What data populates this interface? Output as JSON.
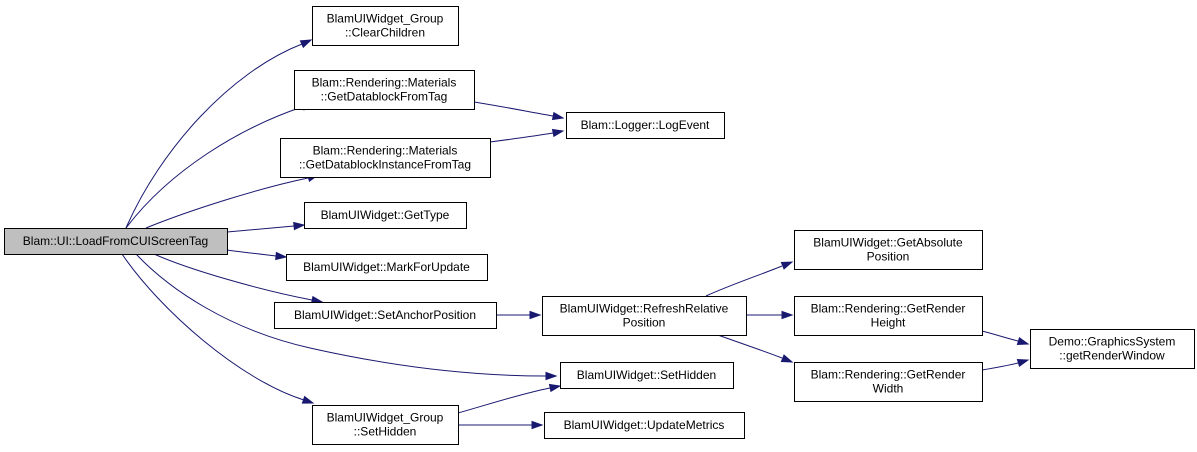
{
  "diagram": {
    "root": "root",
    "colors": {
      "edge": "#191970",
      "node_border": "#000000",
      "root_fill": "#bfbfbf",
      "node_fill": "#ffffff"
    },
    "nodes": [
      {
        "id": "root",
        "lines": [
          "Blam::UI::LoadFromCUIScreenTag"
        ]
      },
      {
        "id": "group_clear_children",
        "lines": [
          "BlamUIWidget_Group",
          "::ClearChildren"
        ]
      },
      {
        "id": "get_datablock",
        "lines": [
          "Blam::Rendering::Materials",
          "::GetDatablockFromTag"
        ]
      },
      {
        "id": "get_datablock_instance",
        "lines": [
          "Blam::Rendering::Materials",
          "::GetDatablockInstanceFromTag"
        ]
      },
      {
        "id": "log_event",
        "lines": [
          "Blam::Logger::LogEvent"
        ]
      },
      {
        "id": "get_type",
        "lines": [
          "BlamUIWidget::GetType"
        ]
      },
      {
        "id": "mark_for_update",
        "lines": [
          "BlamUIWidget::MarkForUpdate"
        ]
      },
      {
        "id": "set_anchor_position",
        "lines": [
          "BlamUIWidget::SetAnchorPosition"
        ]
      },
      {
        "id": "refresh_relative_position",
        "lines": [
          "BlamUIWidget::RefreshRelative",
          "Position"
        ]
      },
      {
        "id": "get_absolute_position",
        "lines": [
          "BlamUIWidget::GetAbsolute",
          "Position"
        ]
      },
      {
        "id": "get_render_height",
        "lines": [
          "Blam::Rendering::GetRender",
          "Height"
        ]
      },
      {
        "id": "get_render_width",
        "lines": [
          "Blam::Rendering::GetRender",
          "Width"
        ]
      },
      {
        "id": "get_render_window",
        "lines": [
          "Demo::GraphicsSystem",
          "::getRenderWindow"
        ]
      },
      {
        "id": "set_hidden",
        "lines": [
          "BlamUIWidget::SetHidden"
        ]
      },
      {
        "id": "group_set_hidden",
        "lines": [
          "BlamUIWidget_Group",
          "::SetHidden"
        ]
      },
      {
        "id": "update_metrics",
        "lines": [
          "BlamUIWidget::UpdateMetrics"
        ]
      }
    ],
    "edges": [
      {
        "from": "root",
        "to": "group_clear_children"
      },
      {
        "from": "root",
        "to": "get_datablock"
      },
      {
        "from": "root",
        "to": "get_datablock_instance"
      },
      {
        "from": "root",
        "to": "get_type"
      },
      {
        "from": "root",
        "to": "mark_for_update"
      },
      {
        "from": "root",
        "to": "set_anchor_position"
      },
      {
        "from": "root",
        "to": "set_hidden"
      },
      {
        "from": "root",
        "to": "group_set_hidden"
      },
      {
        "from": "get_datablock",
        "to": "log_event"
      },
      {
        "from": "get_datablock_instance",
        "to": "log_event"
      },
      {
        "from": "set_anchor_position",
        "to": "refresh_relative_position"
      },
      {
        "from": "refresh_relative_position",
        "to": "get_absolute_position"
      },
      {
        "from": "refresh_relative_position",
        "to": "get_render_height"
      },
      {
        "from": "refresh_relative_position",
        "to": "get_render_width"
      },
      {
        "from": "get_render_height",
        "to": "get_render_window"
      },
      {
        "from": "get_render_width",
        "to": "get_render_window"
      },
      {
        "from": "group_set_hidden",
        "to": "set_hidden"
      },
      {
        "from": "group_set_hidden",
        "to": "update_metrics"
      }
    ]
  }
}
